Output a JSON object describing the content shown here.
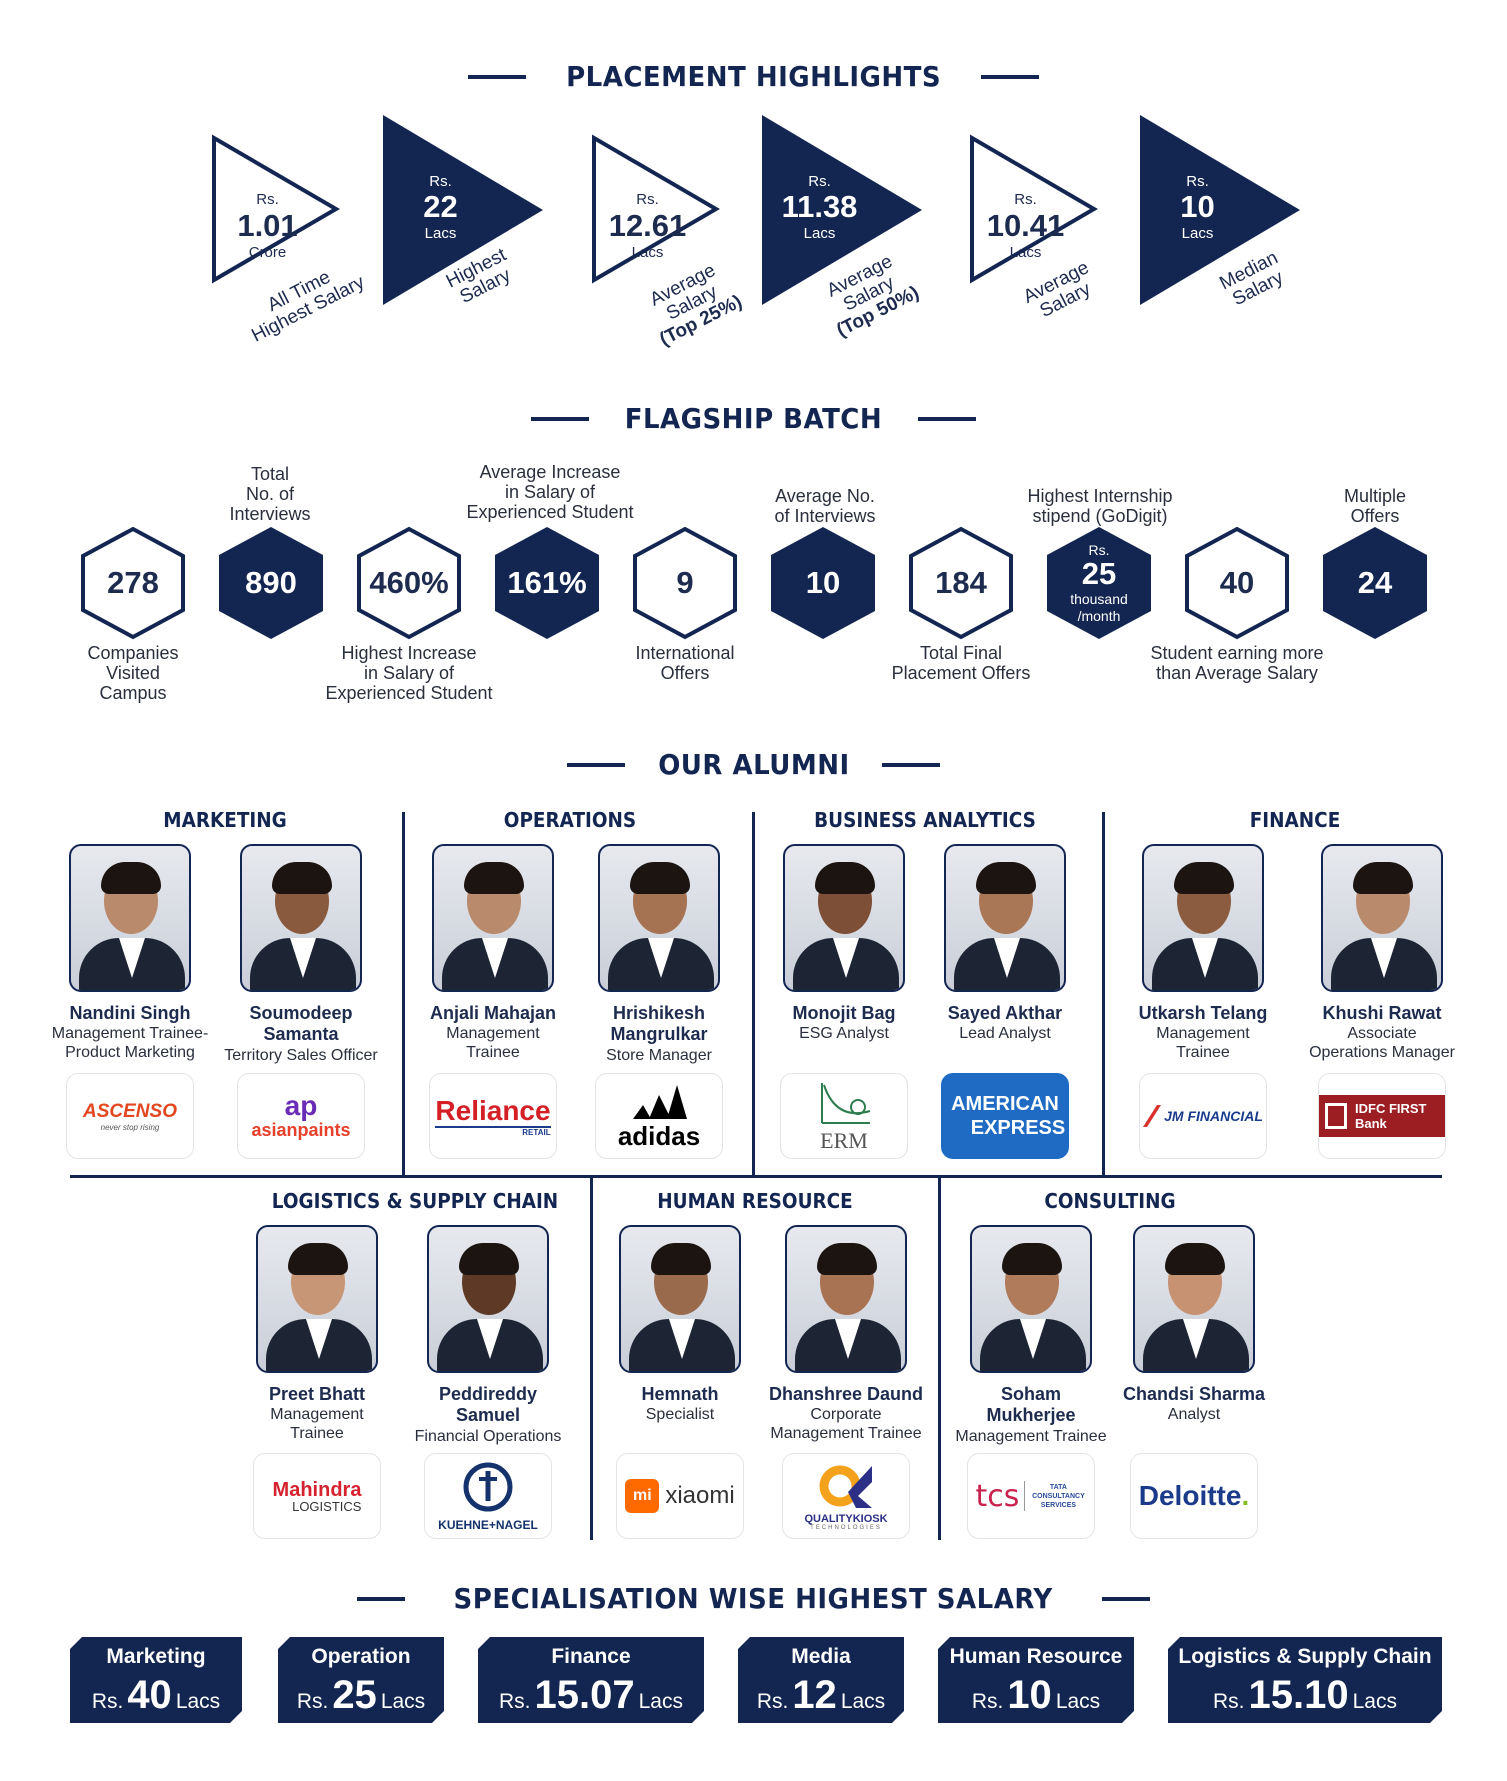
{
  "colors": {
    "navy": "#132551",
    "text": "#2a2f3d"
  },
  "headings": {
    "placement": "PLACEMENT HIGHLIGHTS",
    "flagship": "FLAGSHIP BATCH",
    "alumni": "OUR ALUMNI",
    "specialisation": "SPECIALISATION WISE HIGHEST SALARY"
  },
  "placement": [
    {
      "top": "Rs.",
      "value": "1.01",
      "unit": "Crore",
      "label1": "All Time",
      "label2": "Highest Salary",
      "label3": ""
    },
    {
      "top": "Rs.",
      "value": "22",
      "unit": "Lacs",
      "label1": "Highest",
      "label2": "Salary",
      "label3": ""
    },
    {
      "top": "Rs.",
      "value": "12.61",
      "unit": "Lacs",
      "label1": "Average",
      "label2": "Salary",
      "label3": "(Top 25%)"
    },
    {
      "top": "Rs.",
      "value": "11.38",
      "unit": "Lacs",
      "label1": "Average",
      "label2": "Salary",
      "label3": "(Top 50%)"
    },
    {
      "top": "Rs.",
      "value": "10.41",
      "unit": "Lacs",
      "label1": "Average",
      "label2": "Salary",
      "label3": ""
    },
    {
      "top": "Rs.",
      "value": "10",
      "unit": "Lacs",
      "label1": "Median",
      "label2": "Salary",
      "label3": ""
    }
  ],
  "flagship": [
    {
      "value": "278",
      "above": [],
      "below": [
        "Companies",
        "Visited",
        "Campus"
      ]
    },
    {
      "value": "890",
      "above": [
        "Total",
        "No. of",
        "Interviews"
      ],
      "below": []
    },
    {
      "value": "460%",
      "above": [],
      "below": [
        "Highest Increase",
        "in Salary of",
        "Experienced Student"
      ]
    },
    {
      "value": "161%",
      "above": [
        "Average Increase",
        "in Salary of",
        "Experienced Student"
      ],
      "below": []
    },
    {
      "value": "9",
      "above": [],
      "below": [
        "International",
        "Offers"
      ]
    },
    {
      "value": "10",
      "above": [
        "Average No.",
        "of Interviews"
      ],
      "below": []
    },
    {
      "value": "184",
      "above": [],
      "below": [
        "Total Final",
        "Placement Offers"
      ]
    },
    {
      "value": "25",
      "pre": "Rs.",
      "post1": "thousand",
      "post2": "/month",
      "above": [
        "Highest Internship",
        "stipend (GoDigit)"
      ],
      "below": []
    },
    {
      "value": "40",
      "above": [],
      "below": [
        "Student earning more",
        "than Average Salary"
      ]
    },
    {
      "value": "24",
      "above": [
        "Multiple",
        "Offers"
      ],
      "below": []
    }
  ],
  "alumni": {
    "categories": {
      "marketing": "MARKETING",
      "operations": "OPERATIONS",
      "analytics": "BUSINESS ANALYTICS",
      "finance": "FINANCE",
      "logistics": "LOGISTICS & SUPPLY CHAIN",
      "hr": "HUMAN RESOURCE",
      "consulting": "CONSULTING"
    },
    "people": [
      {
        "name1": "Nandini Singh",
        "name2": "",
        "role1": "Management Trainee-",
        "role2": "Product Marketing",
        "logo": "ASCENSO",
        "logo_sub": "never stop rising"
      },
      {
        "name1": "Soumodeep",
        "name2": "Samanta",
        "role1": "Territory Sales Officer",
        "role2": "",
        "logo": "asianpaints",
        "logo_sub": ""
      },
      {
        "name1": "Anjali Mahajan",
        "name2": "",
        "role1": "Management",
        "role2": "Trainee",
        "logo": "Reliance",
        "logo_sub": "RETAIL"
      },
      {
        "name1": "Hrishikesh",
        "name2": "Mangrulkar",
        "role1": "Store Manager",
        "role2": "",
        "logo": "adidas",
        "logo_sub": ""
      },
      {
        "name1": "Monojit Bag",
        "name2": "",
        "role1": "ESG Analyst",
        "role2": "",
        "logo": "ERM",
        "logo_sub": ""
      },
      {
        "name1": "Sayed Akthar",
        "name2": "",
        "role1": "Lead Analyst",
        "role2": "",
        "logo": "AMERICAN",
        "logo_sub": "EXPRESS"
      },
      {
        "name1": "Utkarsh Telang",
        "name2": "",
        "role1": "Management",
        "role2": "Trainee",
        "logo": "JM FINANCIAL",
        "logo_sub": ""
      },
      {
        "name1": "Khushi Rawat",
        "name2": "",
        "role1": "Associate",
        "role2": "Operations Manager",
        "logo": "IDFC FIRST",
        "logo_sub": "Bank"
      },
      {
        "name1": "Preet Bhatt",
        "name2": "",
        "role1": "Management",
        "role2": "Trainee",
        "logo": "Mahindra",
        "logo_sub": "LOGISTICS"
      },
      {
        "name1": "Peddireddy",
        "name2": "Samuel",
        "role1": "Financial Operations",
        "role2": "",
        "logo": "KUEHNE+NAGEL",
        "logo_sub": ""
      },
      {
        "name1": "Hemnath",
        "name2": "",
        "role1": "Specialist",
        "role2": "",
        "logo": "xiaomi",
        "logo_sub": "mi"
      },
      {
        "name1": "Dhanshree Daund",
        "name2": "",
        "role1": "Corporate",
        "role2": "Management Trainee",
        "logo": "QUALITYKIOSK",
        "logo_sub": "TECHNOLOGIES"
      },
      {
        "name1": "Soham",
        "name2": "Mukherjee",
        "role1": "Management Trainee",
        "role2": "",
        "logo": "tcs",
        "logo_sub": "TATA CONSULTANCY SERVICES"
      },
      {
        "name1": "Chandsi Sharma",
        "name2": "",
        "role1": "Analyst",
        "role2": "",
        "logo": "Deloitte",
        "logo_sub": "."
      }
    ]
  },
  "salaries": [
    {
      "name": "Marketing",
      "prefix": "Rs.",
      "value": "40",
      "unit": "Lacs"
    },
    {
      "name": "Operation",
      "prefix": "Rs.",
      "value": "25",
      "unit": "Lacs"
    },
    {
      "name": "Finance",
      "prefix": "Rs.",
      "value": "15.07",
      "unit": "Lacs"
    },
    {
      "name": "Media",
      "prefix": "Rs.",
      "value": "12",
      "unit": "Lacs"
    },
    {
      "name": "Human Resource",
      "prefix": "Rs.",
      "value": "10",
      "unit": "Lacs"
    },
    {
      "name": "Logistics & Supply Chain",
      "prefix": "Rs.",
      "value": "15.10",
      "unit": "Lacs"
    }
  ]
}
